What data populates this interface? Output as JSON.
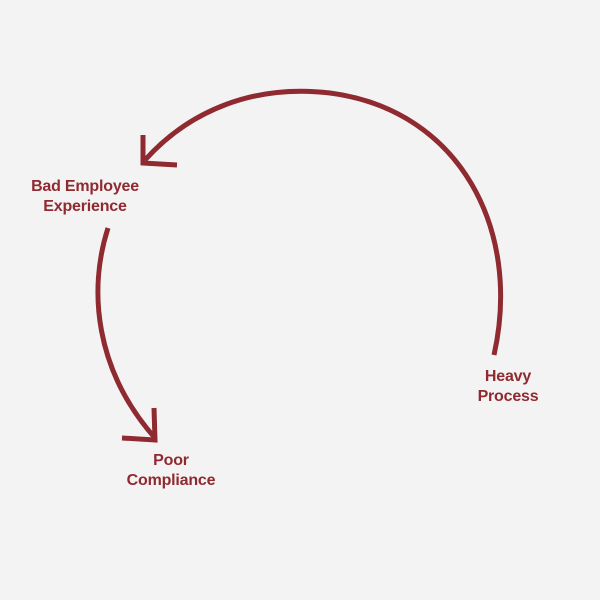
{
  "colors": {
    "background": "#f4f3f3",
    "accent": "#8e2a30"
  },
  "nodes": {
    "bad_employee_experience": {
      "line1": "Bad Employee",
      "line2": "Experience"
    },
    "heavy_process": {
      "line1": "Heavy",
      "line2": "Process"
    },
    "poor_compliance": {
      "line1": "Poor",
      "line2": "Compliance"
    }
  },
  "edges": [
    {
      "from": "Heavy Process",
      "to": "Bad Employee Experience"
    },
    {
      "from": "Bad Employee Experience",
      "to": "Poor Compliance"
    }
  ]
}
